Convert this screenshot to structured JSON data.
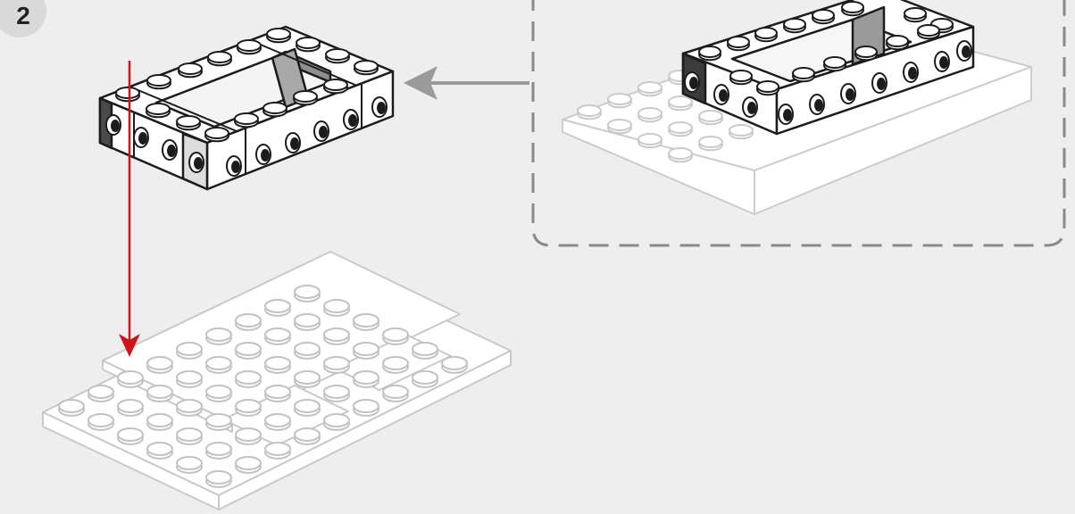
{
  "step": {
    "number": "2"
  },
  "icons": {
    "step_badge": "step-number-circle",
    "callout": "dashed-callout-box",
    "callout_arrow": "gray-left-arrow",
    "placement_arrow": "red-down-arrow"
  },
  "colors": {
    "background": "#eeeeee",
    "badge": "#d9d9d9",
    "brick_dark": "#2b2b2b",
    "brick_light": "#ffffff",
    "plate_outline": "#c8c8c8",
    "callout_border": "#8a8a8a",
    "arrow_gray": "#9a9a9a",
    "arrow_red": "#d0141c"
  }
}
